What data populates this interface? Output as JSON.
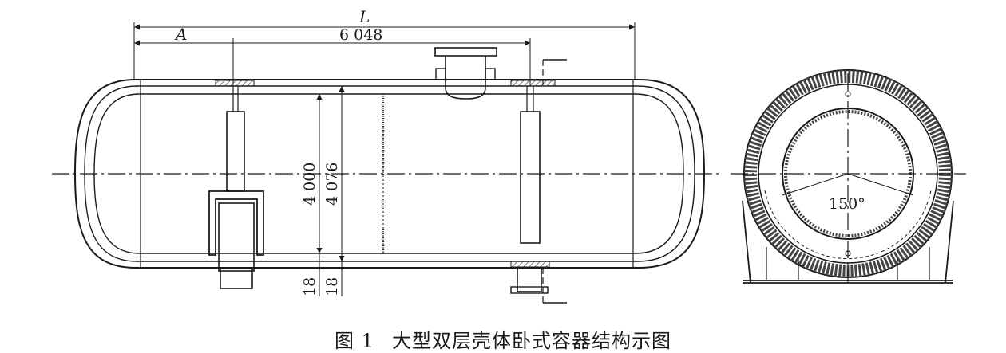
{
  "caption": {
    "figure_number": "图 1",
    "title": "大型双层壳体卧式容器结构示图"
  },
  "dimensions": {
    "overall_length_label": "L",
    "segment_label": "A",
    "span": "6 048",
    "inner_diameter": "4 000",
    "outer_diameter": "4 076",
    "wall_left": "18",
    "wall_right": "18",
    "saddle_angle": "150°"
  },
  "colors": {
    "ink": "#1a1a1a",
    "hatch": "#444444"
  }
}
